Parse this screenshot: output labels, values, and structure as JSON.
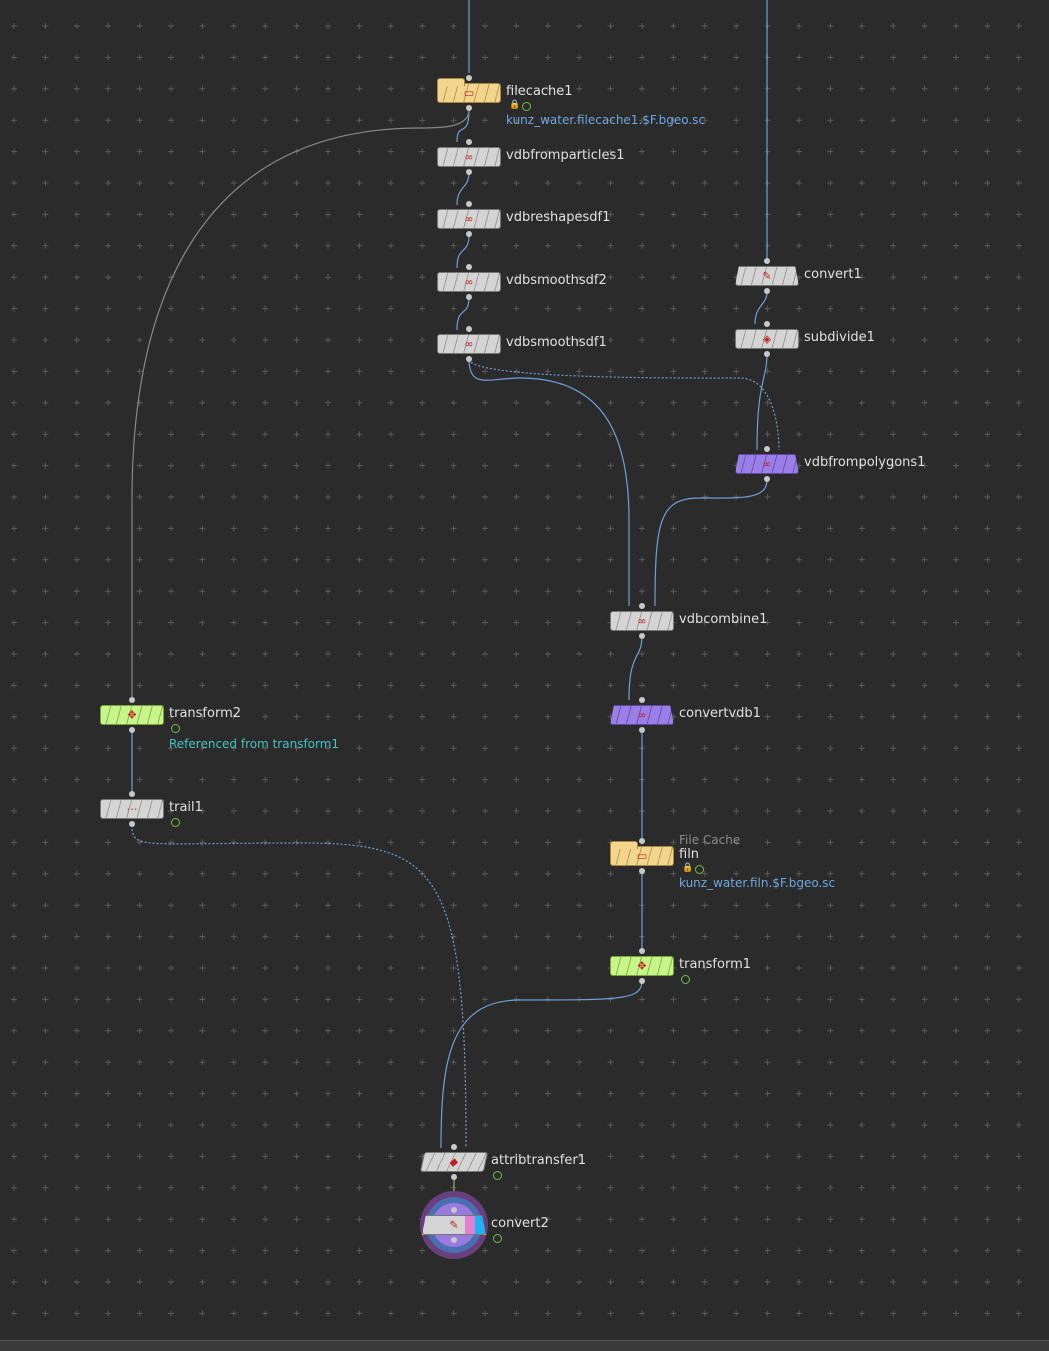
{
  "network": {
    "nodes": [
      {
        "name": "filecache1",
        "type": "filecache",
        "icon": "disk-icon",
        "path": "kunz_water.filecache1.$F.bgeo.sc"
      },
      {
        "name": "vdbfromparticles1",
        "icon": "vdb-icon"
      },
      {
        "name": "vdbreshapesdf1",
        "icon": "vdb-icon"
      },
      {
        "name": "vdbsmoothsdf2",
        "icon": "vdb-icon"
      },
      {
        "name": "vdbsmoothsdf1",
        "icon": "vdb-icon"
      },
      {
        "name": "convert1",
        "icon": "convert-icon"
      },
      {
        "name": "subdivide1",
        "icon": "subdivide-icon"
      },
      {
        "name": "vdbfrompolygons1",
        "icon": "vdb-icon"
      },
      {
        "name": "vdbcombine1",
        "icon": "vdb-icon"
      },
      {
        "name": "convertvdb1",
        "icon": "vdb-icon"
      },
      {
        "name": "filn",
        "type_label": "File Cache",
        "icon": "disk-icon",
        "path": "kunz_water.filn.$F.bgeo.sc"
      },
      {
        "name": "transform1",
        "icon": "transform-icon"
      },
      {
        "name": "transform2",
        "icon": "transform-icon",
        "comment": "Referenced from transform1"
      },
      {
        "name": "trail1",
        "icon": "trail-icon"
      },
      {
        "name": "attribtransfer1",
        "icon": "attribtransfer-icon"
      },
      {
        "name": "convert2",
        "icon": "convert-icon",
        "display_flag": true
      }
    ],
    "icon_glyphs": {
      "vdb": "∞",
      "disk": "▭",
      "convert": "✎",
      "transform": "✥",
      "trail": "⋯",
      "subdivide": "◈"
    },
    "colors": {
      "background": "#2b2b2b",
      "wire": "#6f9fd8",
      "path_text": "#6fa6e0",
      "comment": "#45c2c2",
      "selection": "#f0c800"
    }
  }
}
